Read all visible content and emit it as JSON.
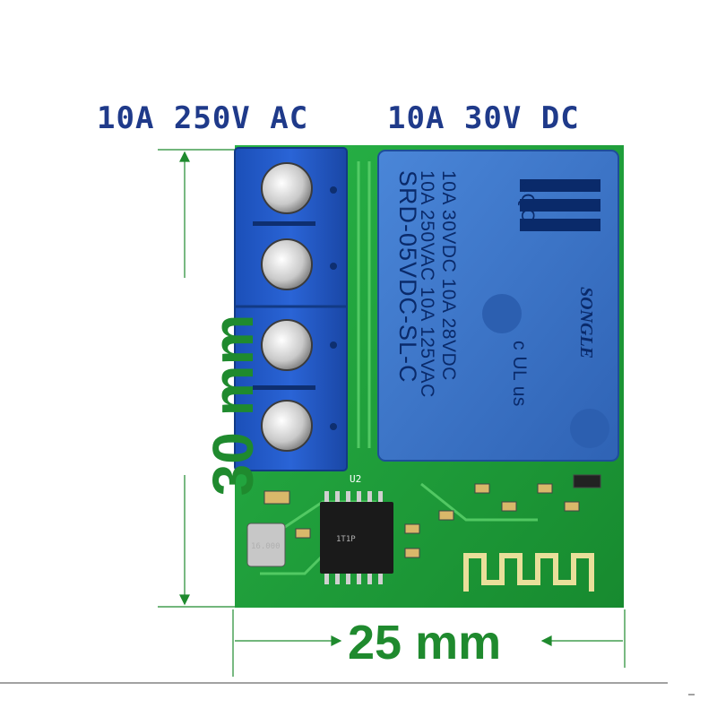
{
  "labels": {
    "terminal_rating": "10A 250V AC",
    "dc_rating": "10A 30V DC",
    "height_dimension": "30 mm",
    "width_dimension": "25 mm"
  },
  "relay": {
    "line1": "10A 250VAC 10A 125VAC",
    "line2": "10A 30VDC 10A 28VDC",
    "model": "SRD-05VDC-SL-C",
    "brand": "SONGLE",
    "cqc": "CQC",
    "ul_mark": "c UL us"
  },
  "board": {
    "ic_label": "U2",
    "ic_marking": "1T1P",
    "crystal_marking": "16.000"
  },
  "colors": {
    "pcb_green": "#1fa03a",
    "terminal_blue": "#2159c6",
    "relay_blue": "#3b74c8",
    "rating_text": "#1f3a8a",
    "dimension_text": "#1f8a2e"
  }
}
